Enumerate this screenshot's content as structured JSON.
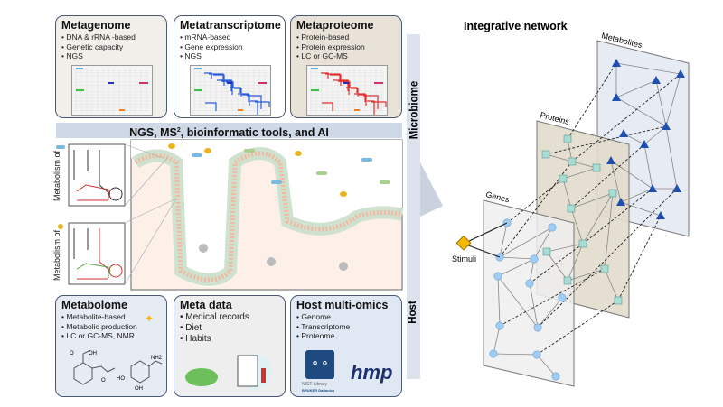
{
  "top_panels": [
    {
      "title": "Metagenome",
      "bullets": [
        "DNA & rRNA -based",
        "Genetic capacity",
        "NGS"
      ],
      "map_overlay": "#888888"
    },
    {
      "title": "Metatranscriptome",
      "bullets": [
        "mRNA-based",
        "Gene expression",
        "NGS"
      ],
      "map_overlay": "#2a5bd7"
    },
    {
      "title": "Metaproteome",
      "bullets": [
        "Protein-based",
        "Protein expression",
        "LC or GC-MS"
      ],
      "map_overlay": "#e03030"
    }
  ],
  "band": {
    "text_before": "NGS, MS",
    "superscript": "2",
    "text_after": ", bioinformatic tools, and AI"
  },
  "side_labels": {
    "microbiome": "Microbiome",
    "host": "Host"
  },
  "metabolism_labels": [
    "Metabolism of",
    "Metabolism of"
  ],
  "bottom_panels": [
    {
      "title": "Metabolome",
      "bullets": [
        "Metabolite-based",
        "Metabolic production",
        "LC or GC-MS, NMR"
      ],
      "chem_labels": [
        "OH",
        "O",
        "O",
        "HO",
        "OH",
        "NH2"
      ]
    },
    {
      "title": "Meta data",
      "bullets": [
        "Medical records",
        "Diet",
        "Habits"
      ]
    },
    {
      "title": "Host multi-omics",
      "bullets": [
        "Genome",
        "Transcriptome",
        "Proteome"
      ],
      "logos": {
        "nist": "NIST Library",
        "bruker": "BRUKER Daltonics",
        "hmp": "hmp"
      }
    }
  ],
  "network": {
    "title": "Integrative network",
    "layers": [
      "Genes",
      "Proteins",
      "Metabolites"
    ],
    "stimuli": "Stimuli",
    "colors": {
      "genes": "#9fcdf5",
      "proteins": "#a8dcd4",
      "metabolites": "#1f4fb0",
      "stimuli": "#f5b800"
    }
  }
}
